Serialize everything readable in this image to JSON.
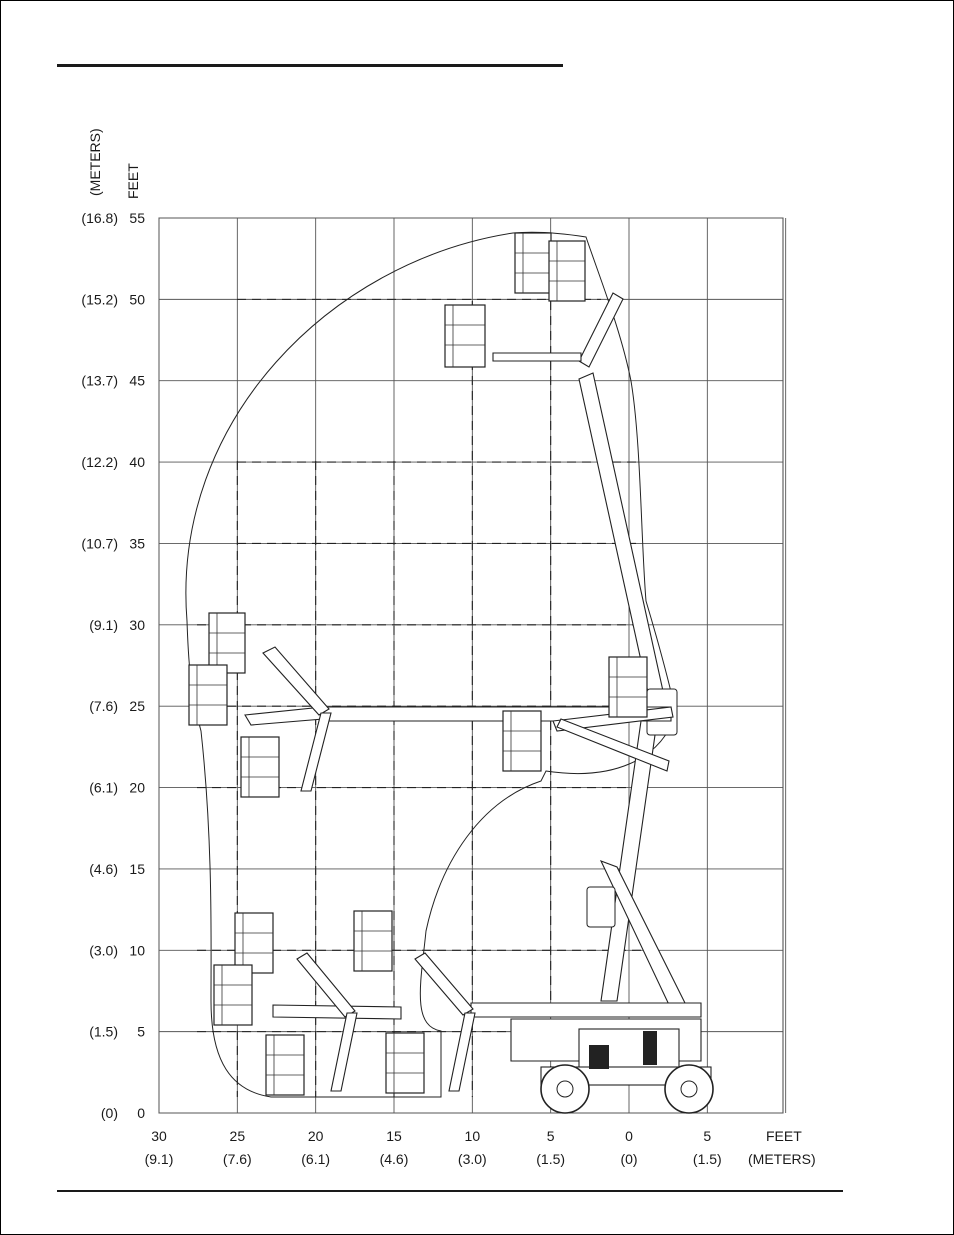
{
  "diagram": {
    "y_axis_feet_label": "FEET",
    "y_axis_meters_label": "(METERS)",
    "x_axis_feet_label": "FEET",
    "x_axis_meters_label": "(METERS)",
    "y_ticks": [
      {
        "ft": 55,
        "ft_label": "55",
        "m_label": "(16.8)"
      },
      {
        "ft": 50,
        "ft_label": "50",
        "m_label": "(15.2)"
      },
      {
        "ft": 45,
        "ft_label": "45",
        "m_label": "(13.7)"
      },
      {
        "ft": 40,
        "ft_label": "40",
        "m_label": "(12.2)"
      },
      {
        "ft": 35,
        "ft_label": "35",
        "m_label": "(10.7)"
      },
      {
        "ft": 30,
        "ft_label": "30",
        "m_label": "(9.1)"
      },
      {
        "ft": 25,
        "ft_label": "25",
        "m_label": "(7.6)"
      },
      {
        "ft": 20,
        "ft_label": "20",
        "m_label": "(6.1)"
      },
      {
        "ft": 15,
        "ft_label": "15",
        "m_label": "(4.6)"
      },
      {
        "ft": 10,
        "ft_label": "10",
        "m_label": "(3.0)"
      },
      {
        "ft": 5,
        "ft_label": "5",
        "m_label": "(1.5)"
      },
      {
        "ft": 0,
        "ft_label": "0",
        "m_label": "(0)"
      }
    ],
    "x_ticks": [
      {
        "ft": 30,
        "ft_label": "30",
        "m_label": "(9.1)"
      },
      {
        "ft": 25,
        "ft_label": "25",
        "m_label": "(7.6)"
      },
      {
        "ft": 20,
        "ft_label": "20",
        "m_label": "(6.1)"
      },
      {
        "ft": 15,
        "ft_label": "15",
        "m_label": "(4.6)"
      },
      {
        "ft": 10,
        "ft_label": "10",
        "m_label": "(3.0)"
      },
      {
        "ft": 5,
        "ft_label": "5",
        "m_label": "(1.5)"
      },
      {
        "ft": 0,
        "ft_label": "0",
        "m_label": "(0)"
      },
      {
        "ft": -5,
        "ft_label": "5",
        "m_label": "(1.5)"
      }
    ],
    "dashed_heights_ft": [
      5,
      10,
      20,
      25,
      30,
      35,
      40,
      50
    ],
    "dashed_reaches_ft": [
      25,
      20,
      15,
      10,
      5
    ]
  }
}
